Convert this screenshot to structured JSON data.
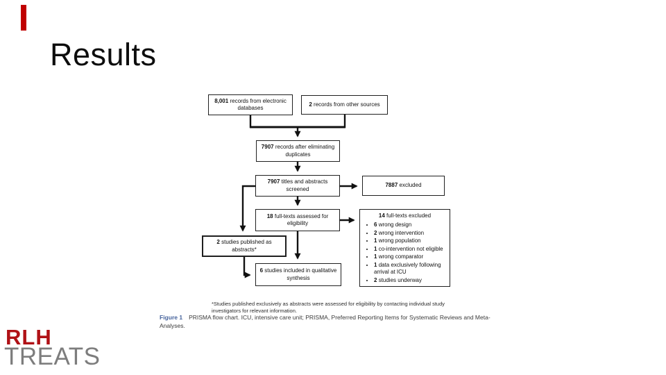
{
  "slide": {
    "title": "Results",
    "accent_color": "#c00000"
  },
  "logo": {
    "line1": "RLH",
    "line2": "TREATS",
    "line1_color": "#b01116",
    "line2_color": "#7d7d7d"
  },
  "flowchart": {
    "boxes": {
      "electronic": {
        "num": "8,001",
        "rest": "records from electronic databases"
      },
      "other_sources": {
        "num": "2",
        "rest": "records from other sources"
      },
      "deduplicated": {
        "num": "7907",
        "rest": "records after eliminating duplicates"
      },
      "screened": {
        "num": "7907",
        "rest": "titles and abstracts screened"
      },
      "excluded": {
        "num": "7887",
        "rest": "excluded"
      },
      "fulltext": {
        "num": "18",
        "rest": "full-texts assessed for eligibility"
      },
      "abstracts": {
        "num": "2",
        "rest": "studies published as abstracts*"
      },
      "included": {
        "num": "6",
        "rest": "studies included in qualitative synthesis"
      },
      "fulltext_excluded": {
        "num": "14",
        "rest": "full-texts excluded",
        "bullets": [
          {
            "num": "6",
            "rest": "wrong design"
          },
          {
            "num": "2",
            "rest": "wrong intervention"
          },
          {
            "num": "1",
            "rest": "wrong population"
          },
          {
            "num": "1",
            "rest": "co-intervention not eligible"
          },
          {
            "num": "1",
            "rest": "wrong comparator"
          },
          {
            "num": "1",
            "rest": "data exclusively following arrival at ICU"
          },
          {
            "num": "2",
            "rest": "studies underway"
          }
        ]
      }
    },
    "footnote": "*Studies published exclusively as abstracts were assessed for eligibility by contacting individual study investigators for relevant information.",
    "caption_label": "Figure 1",
    "caption_text": "PRISMA flow chart. ICU, intensive care unit; PRISMA, Preferred Reporting Items for Systematic Reviews and Meta-Analyses."
  }
}
